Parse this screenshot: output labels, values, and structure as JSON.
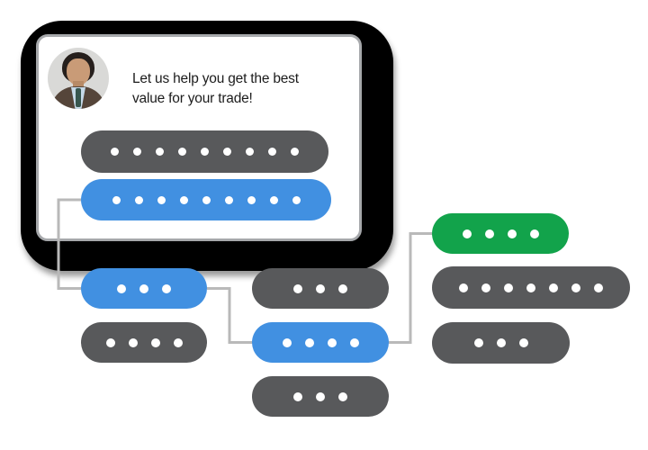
{
  "colors": {
    "page_bg": "#ffffff",
    "bezel": "#000000",
    "card_bg": "#ffffff",
    "card_border": "#a6a8ab",
    "avatar_bg": "#d9d9d7",
    "text": "#1c1c1c",
    "blue": "#4190e1",
    "gray": "#58595b",
    "green": "#12a34b",
    "dot": "#ffffff",
    "line": "#b9b9b9"
  },
  "chat_window": {
    "avatar_alt": "male-support-agent-portrait",
    "message_line1": "Let us help you get the best",
    "message_line2": "value for your trade!",
    "bubbles": [
      {
        "id": "agent-placeholder-message",
        "color": "gray",
        "dots": 9
      },
      {
        "id": "reply-placeholder-message",
        "color": "blue",
        "dots": 9
      }
    ]
  },
  "flow": {
    "pills": [
      {
        "id": "left-top",
        "color": "blue",
        "dots": 3
      },
      {
        "id": "left-bottom",
        "color": "gray",
        "dots": 4
      },
      {
        "id": "middle-top",
        "color": "gray",
        "dots": 3
      },
      {
        "id": "middle-middle",
        "color": "blue",
        "dots": 4
      },
      {
        "id": "middle-bottom",
        "color": "gray",
        "dots": 3
      },
      {
        "id": "right-top",
        "color": "green",
        "dots": 4
      },
      {
        "id": "right-middle",
        "color": "gray",
        "dots": 7
      },
      {
        "id": "right-bottom",
        "color": "gray",
        "dots": 3
      }
    ],
    "connections": [
      "reply-bubble to left-top",
      "left-top to middle-middle",
      "middle-middle to right-top"
    ]
  }
}
